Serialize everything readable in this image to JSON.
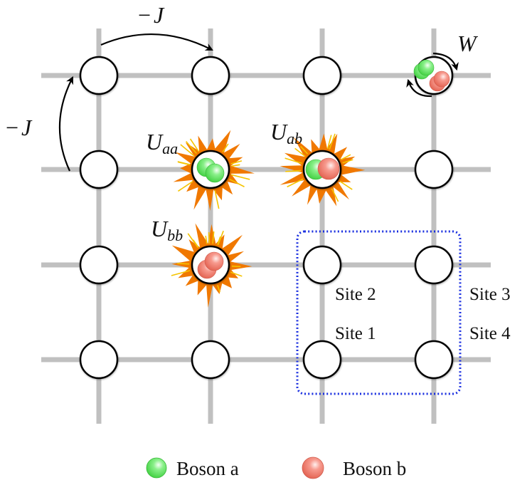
{
  "diagram": {
    "type": "two-species Bose-Hubbard lattice",
    "lattice": {
      "rows": 4,
      "cols": 4
    },
    "colors": {
      "lattice_line": "#c0c0c0",
      "site_fill": "#ffffff",
      "site_stroke": "#000000",
      "boson_a": "#5ee35e",
      "boson_b": "#f27a6c",
      "burst_outer": "#f07800",
      "burst_inner": "#f5c400",
      "plaquette_border": "#1a2fe0"
    },
    "hopping": [
      {
        "label_minus": "−",
        "label_var": "J",
        "direction": "horizontal",
        "from": [
          0,
          0
        ],
        "to": [
          0,
          1
        ]
      },
      {
        "label_minus": "−",
        "label_var": "J",
        "direction": "vertical",
        "from": [
          1,
          0
        ],
        "to": [
          0,
          0
        ]
      }
    ],
    "interactions": [
      {
        "symbol": "U",
        "sub": "aa",
        "site": [
          1,
          1
        ],
        "bosons": [
          "a",
          "a"
        ]
      },
      {
        "symbol": "U",
        "sub": "ab",
        "site": [
          1,
          2
        ],
        "bosons": [
          "a",
          "b"
        ]
      },
      {
        "symbol": "U",
        "sub": "bb",
        "site": [
          2,
          1
        ],
        "bosons": [
          "b",
          "b"
        ]
      }
    ],
    "conversion": {
      "symbol": "W",
      "site": [
        0,
        3
      ],
      "bosons": [
        "a",
        "a",
        "b",
        "b"
      ]
    },
    "plaquette": {
      "sites": [
        {
          "label": "Site 2",
          "site": [
            2,
            2
          ]
        },
        {
          "label": "Site 3",
          "site": [
            2,
            3
          ]
        },
        {
          "label": "Site 1",
          "site": [
            3,
            2
          ]
        },
        {
          "label": "Site 4",
          "site": [
            3,
            3
          ]
        }
      ]
    },
    "legend": [
      {
        "label": "Boson a",
        "species": "a"
      },
      {
        "label": "Boson b",
        "species": "b"
      }
    ]
  }
}
